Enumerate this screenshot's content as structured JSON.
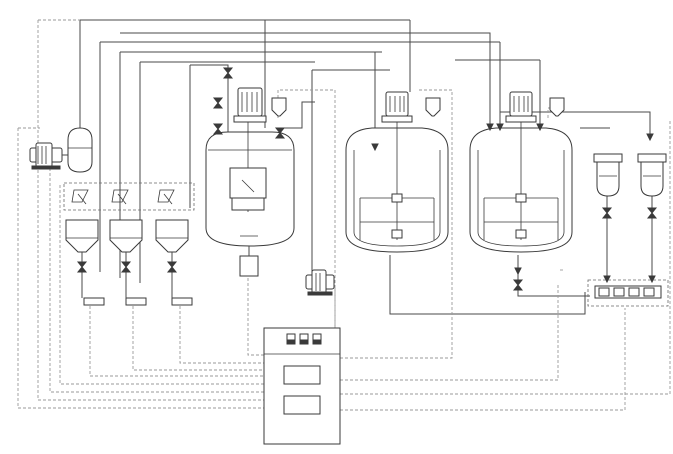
{
  "colors": {
    "background": "#ffffff",
    "line": "#3a3a3a",
    "pipe": "#4a4a4a",
    "signal_dashed": "#9a9a9a"
  },
  "components": {
    "vacuum_pump": "vacuum-pump",
    "condenser": "condenser-tank",
    "powder_hoppers": 3,
    "feed_valves": 3,
    "main_emulsifier": "homogenizer-reactor",
    "reactor_motors": 3,
    "storage_tanks": 2,
    "filters": 2,
    "transfer_pump": "transfer-pump",
    "control_cabinet": "control-cabinet"
  }
}
